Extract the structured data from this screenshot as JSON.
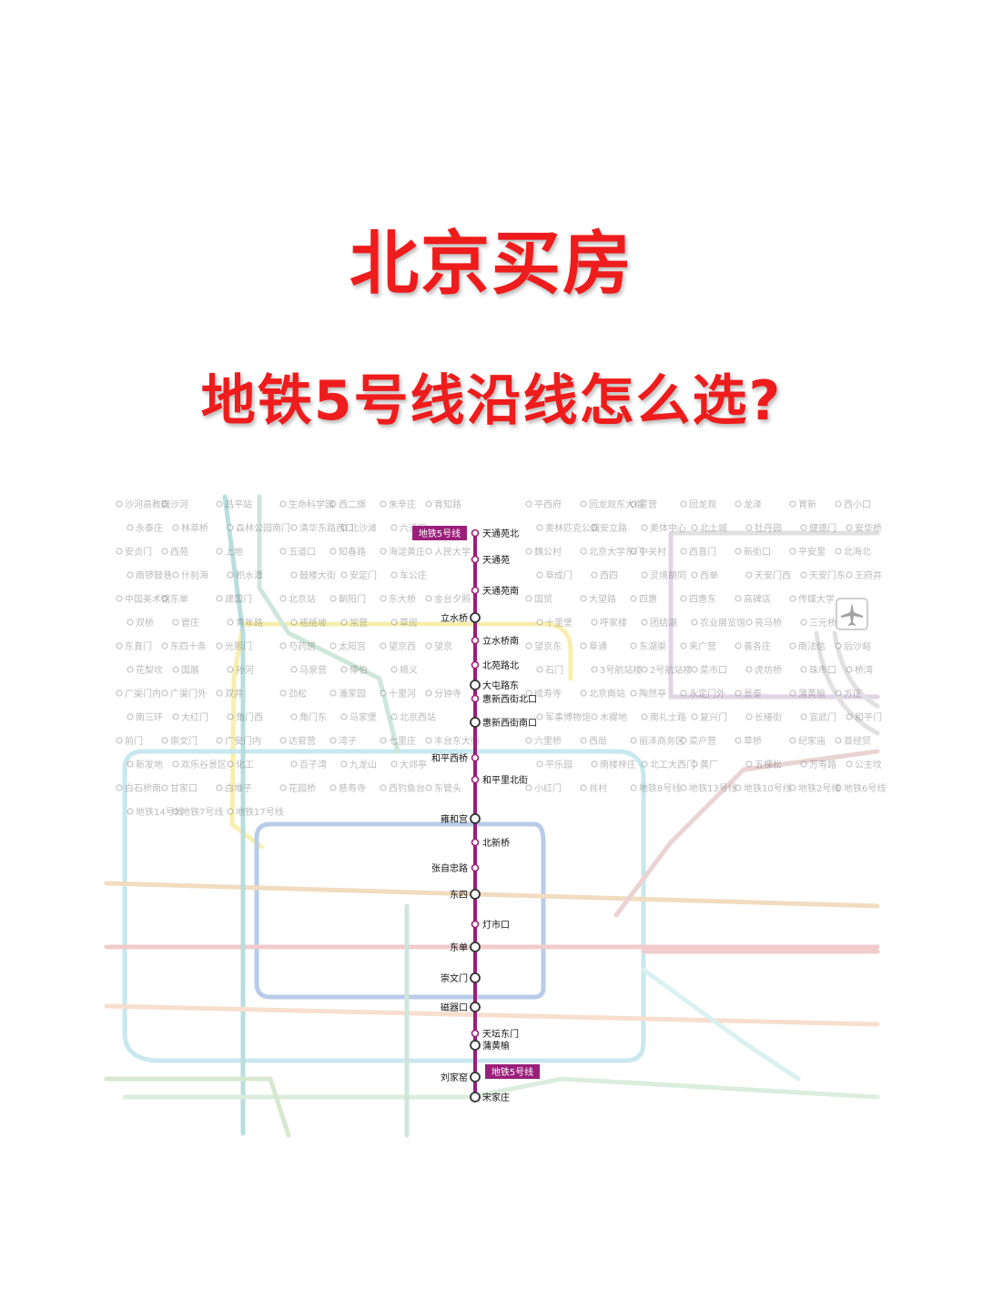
{
  "page": {
    "title": "北京买房",
    "subtitle": "地铁5号线沿线怎么选?"
  },
  "line5": {
    "name": "地铁5号线",
    "color": "#9b1f7a",
    "stations": [
      "天通苑北",
      "天通苑",
      "天通苑南",
      "立水桥",
      "立水桥南",
      "北苑路北",
      "大屯路东",
      "惠新西街北口",
      "惠新西街南口",
      "和平西桥",
      "和平里北街",
      "雍和宫",
      "北新桥",
      "张自忠路",
      "东四",
      "灯市口",
      "东单",
      "崇文门",
      "磁器口",
      "天坛东门",
      "蒲黄榆",
      "刘家窑",
      "宋家庄"
    ]
  },
  "background_labels": [
    "沙河高教园",
    "沙河",
    "昌平站",
    "生命科学园",
    "西二旗",
    "朱辛庄",
    "育知路",
    "平西府",
    "回龙观东大街",
    "霍营",
    "回龙观",
    "龙泽",
    "育新",
    "西小口",
    "永泰庄",
    "林萃桥",
    "森林公园南门",
    "清华东路西口",
    "北沙滩",
    "六道口",
    "奥林匹克公园",
    "安立路",
    "奥体中心",
    "北土城",
    "牡丹园",
    "健德门",
    "安华桥",
    "安贞门",
    "西苑",
    "上地",
    "五道口",
    "知春路",
    "海淀黄庄",
    "人民大学",
    "魏公村",
    "北京大学东门",
    "中关村",
    "西直门",
    "新街口",
    "平安里",
    "北海北",
    "南锣鼓巷",
    "什刹海",
    "积水潭",
    "鼓楼大街",
    "安定门",
    "车公庄",
    "阜成门",
    "西四",
    "灵境胡同",
    "西单",
    "天安门西",
    "天安门东",
    "王府井",
    "中国美术馆",
    "东单",
    "建国门",
    "北京站",
    "朝阳门",
    "东大桥",
    "金台夕照",
    "国贸",
    "大望路",
    "四惠",
    "四惠东",
    "高碑店",
    "传媒大学",
    "双桥",
    "管庄",
    "青年路",
    "褡裢坡",
    "常营",
    "草房",
    "十里堡",
    "呼家楼",
    "团结湖",
    "农业展览馆",
    "亮马桥",
    "三元桥",
    "东直门",
    "东四十条",
    "光熙门",
    "芍药居",
    "太阳宫",
    "望京西",
    "望京",
    "望京东",
    "阜通",
    "东湖渠",
    "来广营",
    "善各庄",
    "南法信",
    "后沙峪",
    "花梨坎",
    "国展",
    "孙河",
    "马泉营",
    "俸伯",
    "顺义",
    "石门",
    "3号航站楼",
    "2号航站楼",
    "菜市口",
    "虎坊桥",
    "珠市口",
    "桥湾",
    "广渠门内",
    "广渠门外",
    "双井",
    "劲松",
    "潘家园",
    "十里河",
    "分钟寺",
    "成寿寺",
    "北京南站",
    "陶然亭",
    "永定门外",
    "景泰",
    "蒲黄榆",
    "方庄",
    "南三环",
    "大红门",
    "角门西",
    "角门东",
    "马家堡",
    "北京西站",
    "军事博物馆",
    "木樨地",
    "南礼士路",
    "复兴门",
    "长椿街",
    "宣武门",
    "和平门",
    "前门",
    "崇文门",
    "广安门内",
    "达官营",
    "湾子",
    "七里庄",
    "丰台东大街",
    "六里桥",
    "西局",
    "丽泽商务区",
    "菜户营",
    "草桥",
    "纪家庙",
    "首经贸",
    "新发地",
    "欢乐谷景区",
    "化工",
    "百子湾",
    "九龙山",
    "大郊亭",
    "平乐园",
    "南楼梓庄",
    "北工大西门",
    "黄厂",
    "五棵松",
    "万寿路",
    "公主坟",
    "白石桥南",
    "甘家口",
    "白堆子",
    "花园桥",
    "慈寿寺",
    "西钓鱼台",
    "东管头",
    "小红门",
    "肖村",
    "地铁8号线",
    "地铁13号线",
    "地铁10号线",
    "地铁2号线",
    "地铁6号线",
    "地铁14号线",
    "地铁7号线",
    "地铁17号线"
  ]
}
